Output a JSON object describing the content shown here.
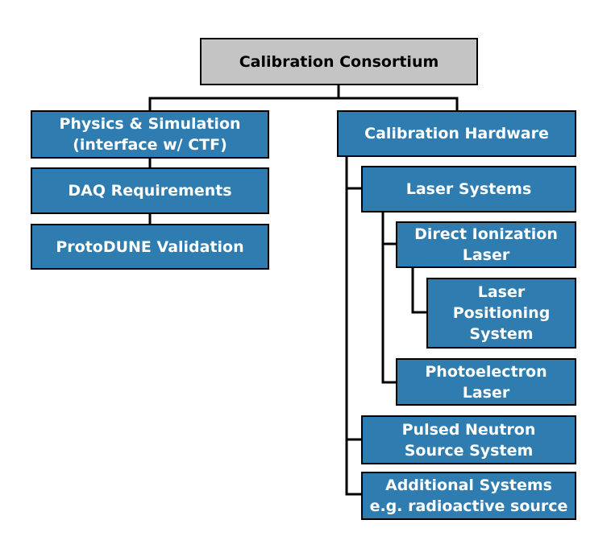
{
  "diagram": {
    "root": "Calibration Consortium",
    "left": {
      "physics": "Physics & Simulation\n(interface w/ CTF)",
      "daq": "DAQ Requirements",
      "protodune": "ProtoDUNE Validation"
    },
    "right": {
      "hardware": "Calibration Hardware",
      "laser_systems": "Laser Systems",
      "direct_ionization": "Direct Ionization\nLaser",
      "laser_positioning": "Laser\nPositioning\nSystem",
      "photoelectron": "Photoelectron\nLaser",
      "pulsed_neutron": "Pulsed Neutron\nSource System",
      "additional": "Additional Systems\ne.g. radioactive source"
    },
    "colors": {
      "node_fill": "#2e7cb0",
      "root_fill": "#c4c4c4",
      "line": "#000000"
    }
  }
}
